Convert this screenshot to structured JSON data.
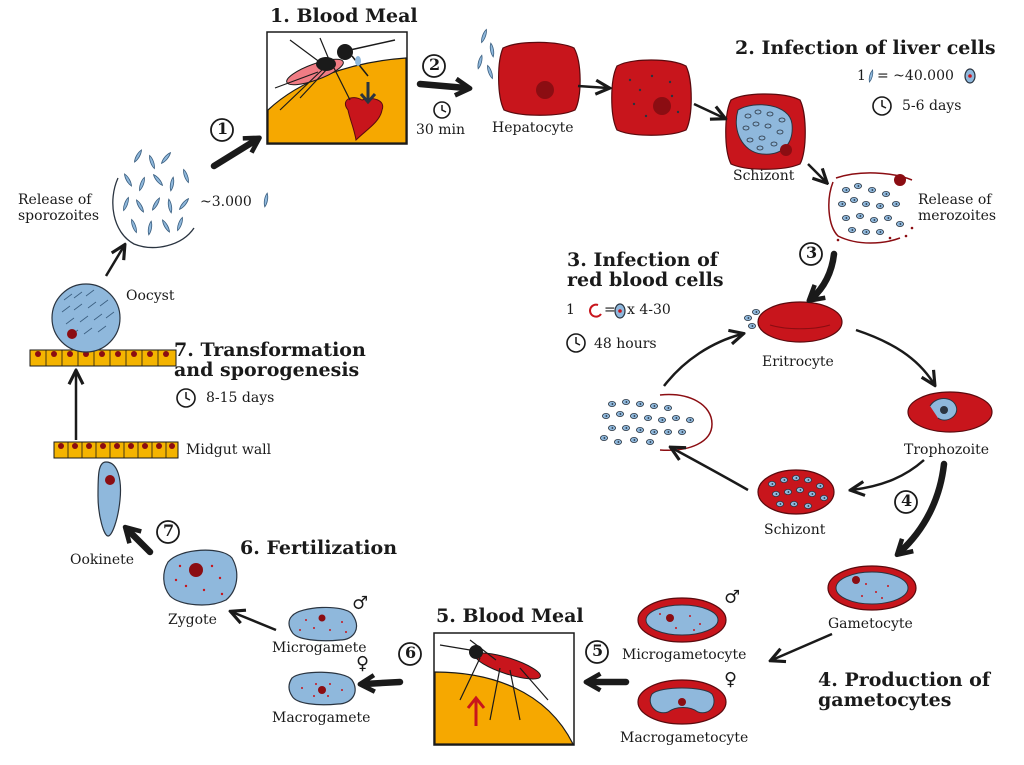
{
  "titles": {
    "blood_meal_1": "1. Blood Meal",
    "infection_liver": "2. Infection of liver cells",
    "infection_rbc_1": "3. Infection of",
    "infection_rbc_2": "red blood cells",
    "production_1": "4. Production of",
    "production_2": "gametocytes",
    "blood_meal_5": "5. Blood Meal",
    "fertilization": "6. Fertilization",
    "transformation_1": "7. Transformation",
    "transformation_2": "and sporogenesis"
  },
  "labels": {
    "hepatocyte": "Hepatocyte",
    "schizont_liver": "Schizont",
    "release_merozoites_1": "Release of",
    "release_merozoites_2": "merozoites",
    "eritrocyte": "Eritrocyte",
    "trophozoite": "Trophozoite",
    "schizont_rbc": "Schizont",
    "gametocyte": "Gametocyte",
    "microgametocyte": "Microgametocyte",
    "macrogametocyte": "Macrogametocyte",
    "microgamete": "Microgamete",
    "macrogamete": "Macrogamete",
    "zygote": "Zygote",
    "ookinete": "Ookinete",
    "midgut_wall": "Midgut wall",
    "oocyst": "Oocyst",
    "release_sporozoites_1": "Release of",
    "release_sporozoites_2": "sporozoites",
    "sporozoite_count": "~3.000"
  },
  "times": {
    "step2": "30 min",
    "liver": "5-6 days",
    "rbc": "48 hours",
    "sporogenesis": "8-15 days"
  },
  "ratios": {
    "liver_left": "1",
    "liver_right": "= ~40.000",
    "rbc_left": "1",
    "rbc_mid": "=",
    "rbc_right": "x 4-30"
  },
  "step_numbers": [
    "1",
    "2",
    "3",
    "4",
    "5",
    "6",
    "7"
  ],
  "symbols": {
    "male": "♂",
    "female": "♀"
  },
  "colors": {
    "blood_red": "#c8151c",
    "dark_red": "#8b0d12",
    "parasite_blue": "#8fb8dc",
    "outline": "#2a3440",
    "skin_orange": "#f6a800",
    "midgut_orange": "#f4b400"
  }
}
